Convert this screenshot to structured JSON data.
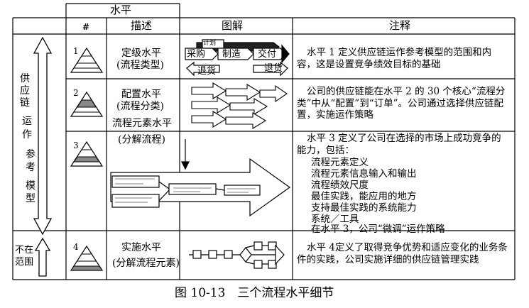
{
  "header": {
    "level_group": "水平",
    "number_col": "#",
    "desc_col": "描述",
    "diagram_col": "图解",
    "notes_col": "注释"
  },
  "left_axis": {
    "scope_in": [
      "供",
      "应",
      "链",
      "运",
      "作",
      "参",
      "考",
      "模",
      "型"
    ],
    "scope_out": [
      "不在",
      "范围"
    ]
  },
  "rows": [
    {
      "num": "1",
      "desc": [
        "定级水平",
        "(流程类型)"
      ],
      "notes": "水平 1 定义供应链运作参考模型的范围和内容，这是设置竞争绩效目标的基础",
      "diagram": {
        "boxes": [
          "计划",
          "采购",
          "制造",
          "交付",
          "退货",
          "退货"
        ]
      }
    },
    {
      "num": "2",
      "desc": [
        "配置水平",
        "(流程分类)",
        "流程元素水平"
      ],
      "notes": "公司的供应链能在水平 2 的 30 个核心“流程分类”中从“配置”到“订单”。公司通过选择供应链配置，实施运作策略"
    },
    {
      "num": "3",
      "desc": [
        "(分解流程)"
      ],
      "notes_intro": "水平 3 定义了公司在选择的市场上成功竞争的能力，包括：",
      "notes_items": [
        "流程元素定义",
        "流程元素信息输入和输出",
        "流程绩效尺度",
        "最佳实践，能应用的地方",
        "支持最佳实践的系统能力",
        "系统／工具",
        "在水平 3，公司“微调”运作策略"
      ]
    },
    {
      "num": "4",
      "desc": [
        "实施水平",
        "(分解流程元素)"
      ],
      "notes": "水平 4定义了取得竞争优势和适应变化的业务条件的实践，公司实施详细的供应链管理实践"
    }
  ],
  "caption": "图 10-13　三个流程水平细节"
}
